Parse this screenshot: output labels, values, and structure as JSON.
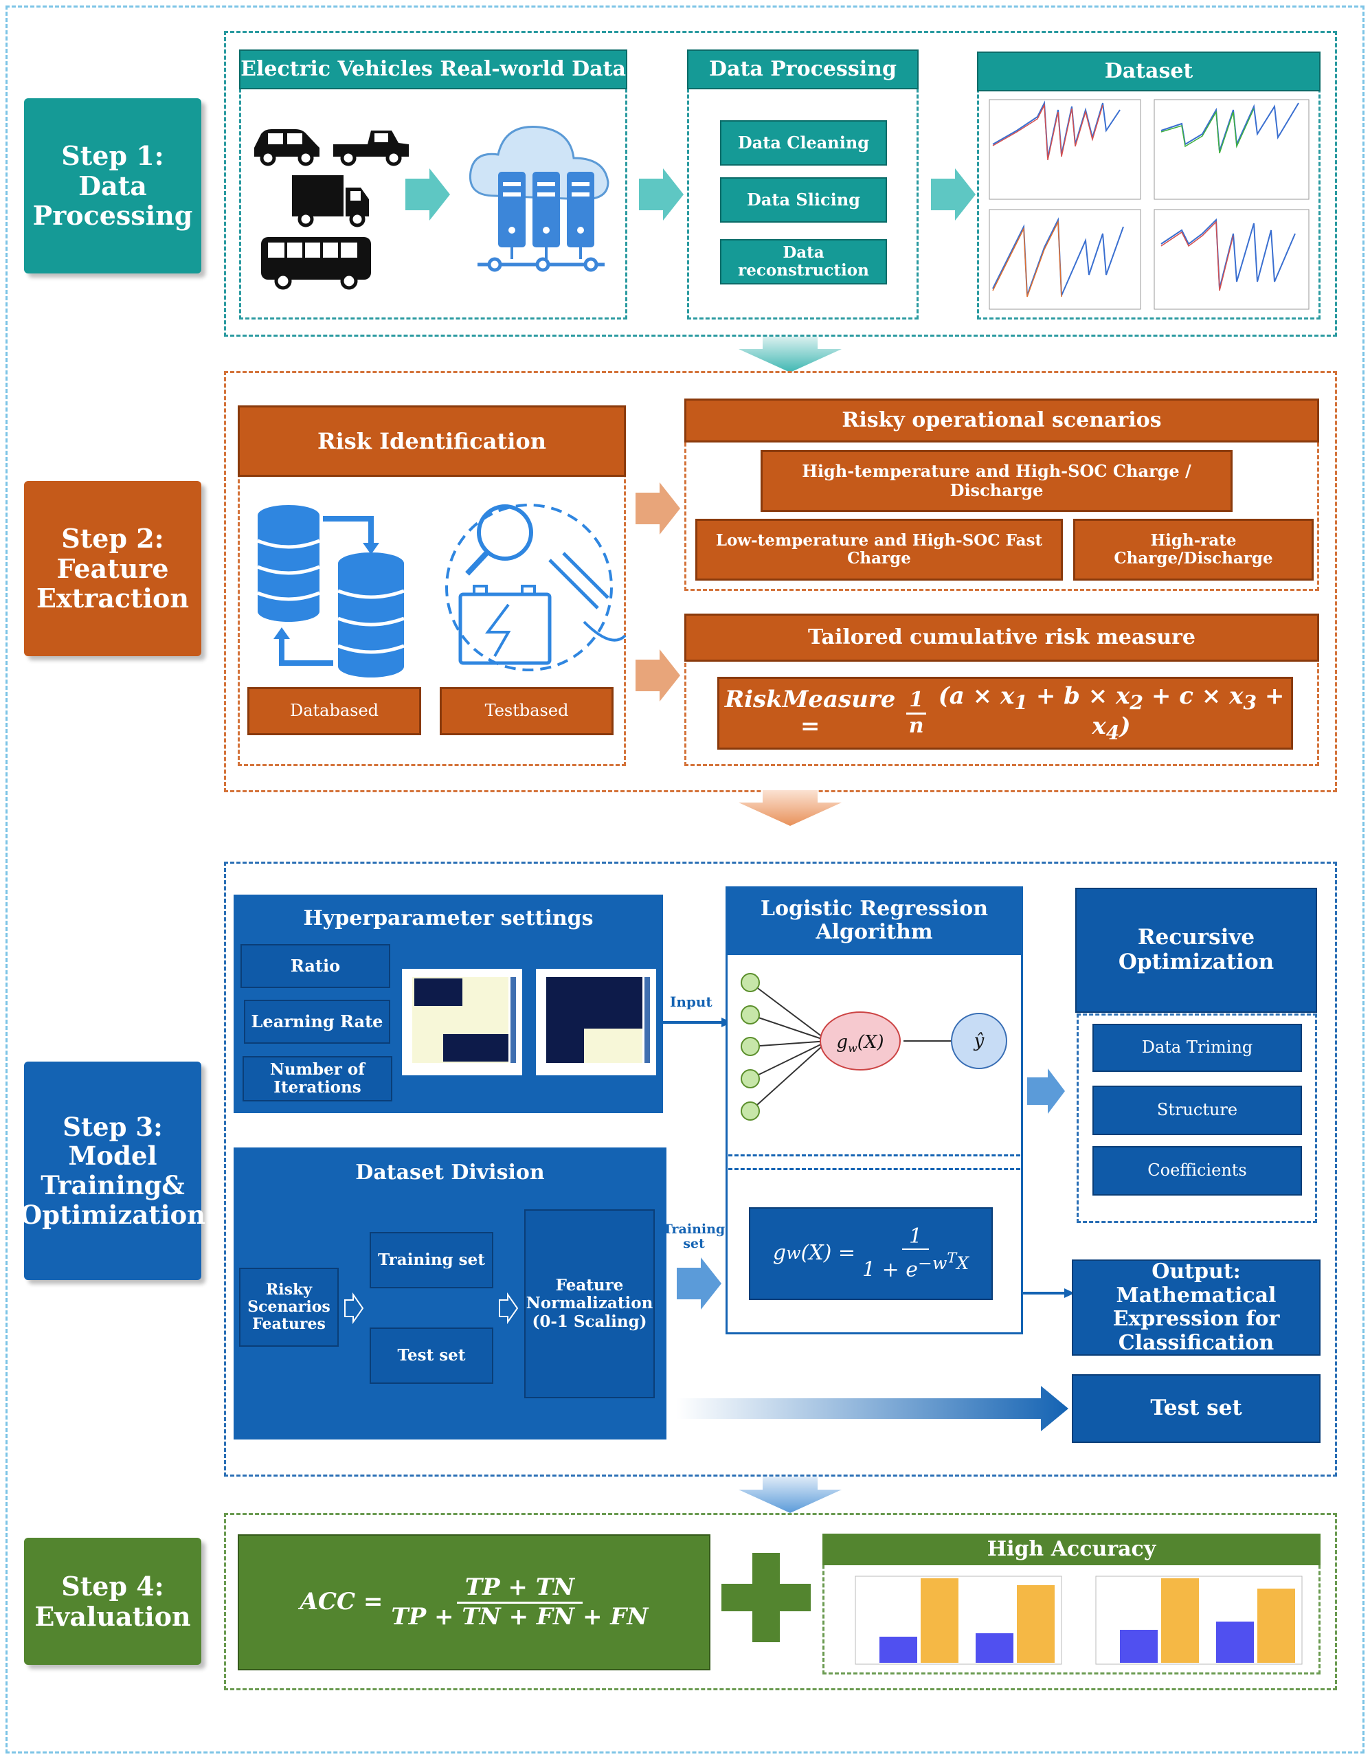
{
  "steps": [
    {
      "label": "Step 1:\nData\nProcessing"
    },
    {
      "label": "Step 2:\nFeature\nExtraction"
    },
    {
      "label": "Step 3:\nModel\nTraining&\nOptimization"
    },
    {
      "label": "Step 4:\nEvaluation"
    }
  ],
  "colors": {
    "teal": "#159a96",
    "orange": "#c55a1a",
    "blue": "#1463b3",
    "green": "#53852f"
  },
  "step1": {
    "ev_title": "Electric Vehicles Real-world Data",
    "processing_title": "Data Processing",
    "processing_items": [
      "Data Cleaning",
      "Data Slicing",
      "Data reconstruction"
    ],
    "dataset_title": "Dataset"
  },
  "step2": {
    "risk_title": "Risk Identification",
    "risk_items": [
      "Databased",
      "Testbased"
    ],
    "scenarios_title": "Risky operational scenarios",
    "scenarios": [
      "High-temperature and High-SOC Charge / Discharge",
      "Low-temperature and High-SOC Fast Charge",
      "High-rate Charge/Discharge"
    ],
    "measure_title": "Tailored cumulative risk measure"
  },
  "step3": {
    "hyper_title": "Hyperparameter settings",
    "hyper_items": [
      "Ratio",
      "Learning Rate",
      "Number of Iterations"
    ],
    "input_label": "Input",
    "lr_title": "Logistic Regression Algorithm",
    "division_title": "Dataset Division",
    "risky_features": "Risky Scenarios Features",
    "training_set": "Training set",
    "test_set_inner": "Test set",
    "normalization": "Feature Normalization (0-1 Scaling)",
    "training_set_arrow": "Training set",
    "recursive_title": "Recursive Optimization",
    "recursive_items": [
      "Data Triming",
      "Structure",
      "Coefficients"
    ],
    "output": "Output: Mathematical Expression for Classification",
    "test_set": "Test set"
  },
  "step4": {
    "accuracy_title": "High Accuracy"
  }
}
